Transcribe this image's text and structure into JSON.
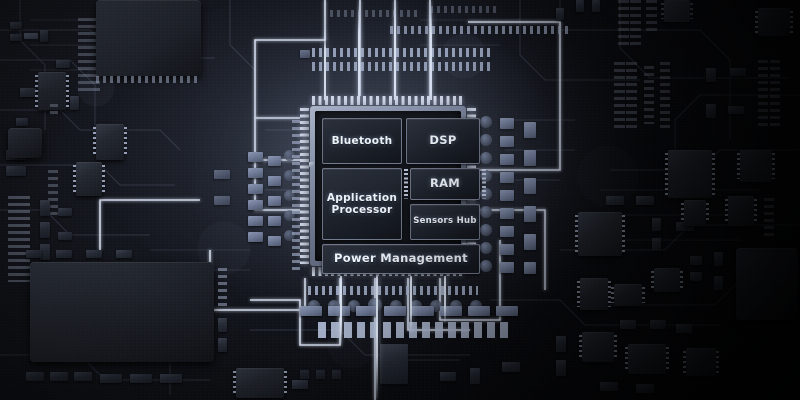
{
  "scene": {
    "title": "Circuit board system-on-chip block diagram",
    "subject": "SoC package on printed circuit board",
    "palette": {
      "board_dark": "#0a0b10",
      "board_mid": "#14161d",
      "trace_glow": "#e2eaf8",
      "component_body": "#262b36",
      "component_light": "#8d99b4",
      "package_frame": "#8b95ad",
      "block_fill": "#212630",
      "block_border": "#b0bcd6",
      "label_text": "#eef2f9"
    }
  },
  "chip": {
    "package_name": "soc-package",
    "blocks": [
      {
        "id": "bluetooth",
        "label": "Bluetooth"
      },
      {
        "id": "dsp",
        "label": "DSP"
      },
      {
        "id": "application_processor",
        "label": "Application\nProcessor",
        "line1": "Application",
        "line2": "Processor"
      },
      {
        "id": "ram",
        "label": "RAM"
      },
      {
        "id": "sensors_hub",
        "label": "Sensors Hub"
      },
      {
        "id": "power_management",
        "label": "Power Management"
      }
    ]
  },
  "board": {
    "region_labels": {
      "top_left": "dense passive field",
      "top_right": "connector headers",
      "bottom_left": "large shield can",
      "bottom_center": "pin header array",
      "bottom_right": "dark vignette edge"
    }
  }
}
